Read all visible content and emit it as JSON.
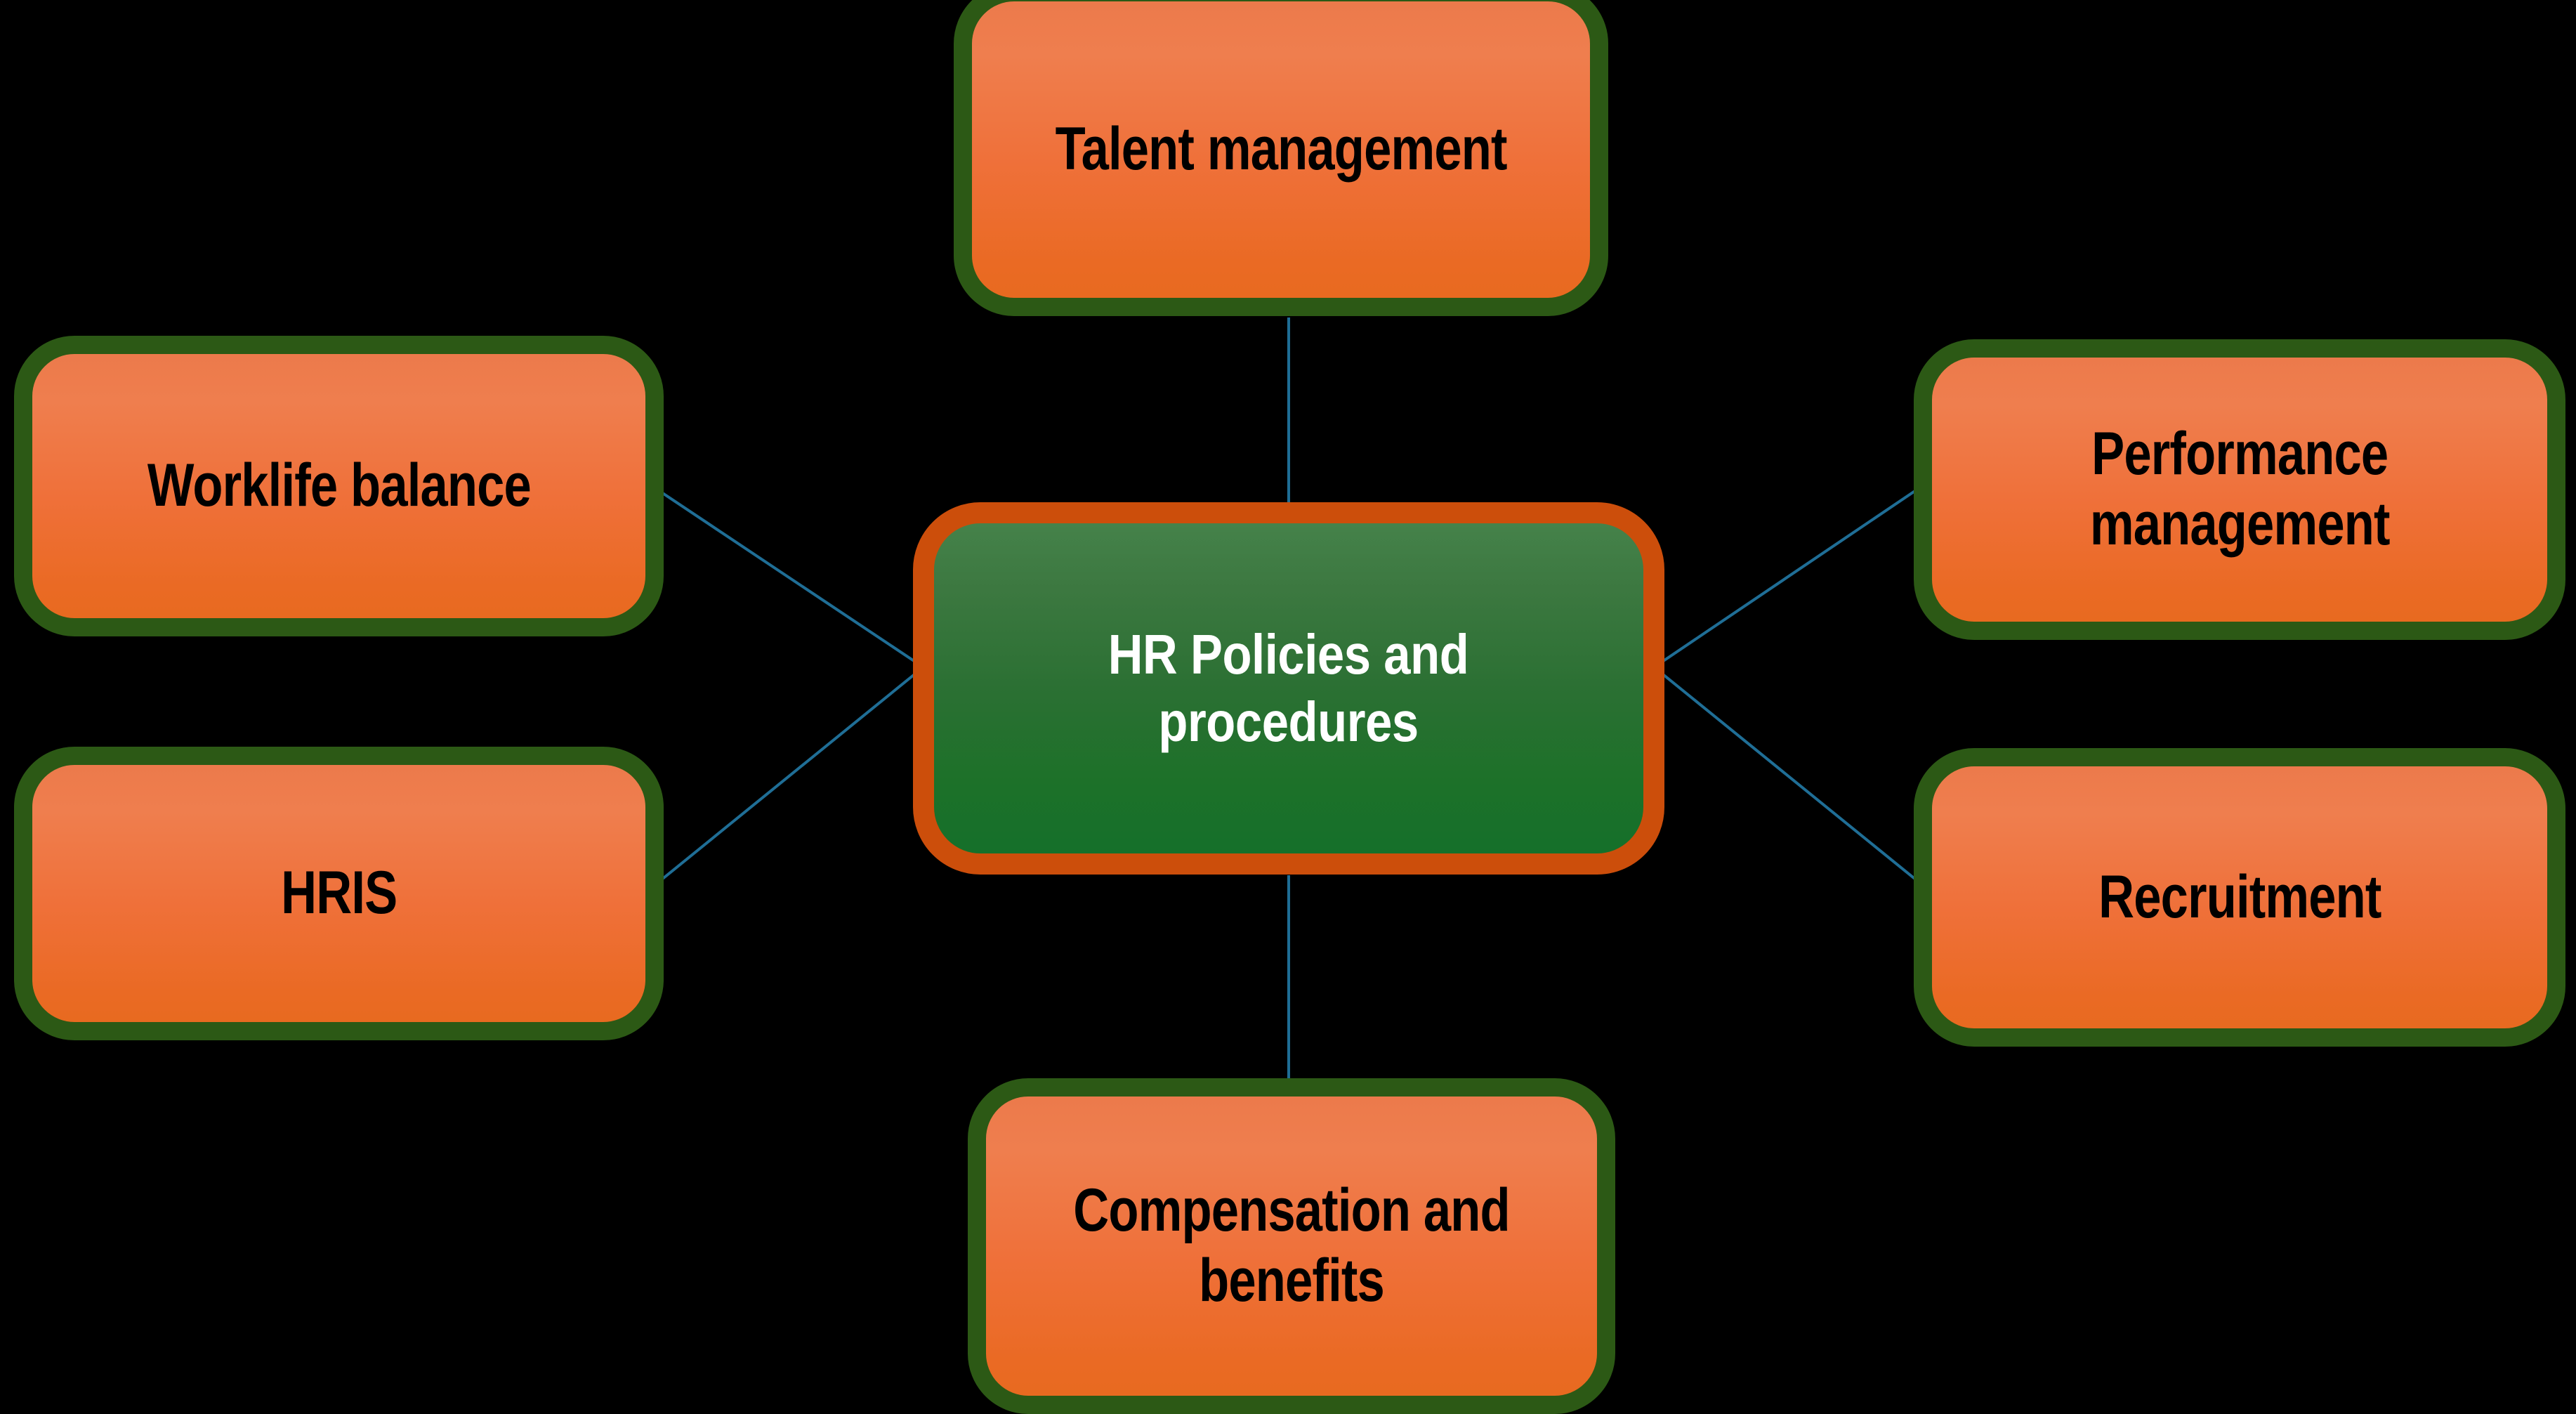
{
  "diagram": {
    "title": "HR Policies and procedures",
    "background_color": "#000000",
    "center": {
      "id": "hr-policies",
      "label": "HR Policies and\nprocedures",
      "text_color": "#ffffff",
      "fill_color": "#1d7129",
      "border_color": "#cc4e0b"
    },
    "satellites": [
      {
        "id": "talent-management",
        "label": "Talent management",
        "position": "top",
        "text_color": "#000000",
        "fill_color": "#ef7039",
        "border_color": "#2c5915"
      },
      {
        "id": "performance-management",
        "label": "Performance\nmanagement",
        "position": "right-top",
        "text_color": "#000000",
        "fill_color": "#ef7039",
        "border_color": "#2c5915"
      },
      {
        "id": "recruitment",
        "label": "Recruitment",
        "position": "right-bottom",
        "text_color": "#000000",
        "fill_color": "#ef7039",
        "border_color": "#2c5915"
      },
      {
        "id": "compensation-benefits",
        "label": "Compensation and\nbenefits",
        "position": "bottom",
        "text_color": "#000000",
        "fill_color": "#ef7039",
        "border_color": "#2c5915"
      },
      {
        "id": "hris",
        "label": "HRIS",
        "position": "left-bottom",
        "text_color": "#000000",
        "fill_color": "#ef7039",
        "border_color": "#2c5915"
      },
      {
        "id": "worklife-balance",
        "label": "Worklife balance",
        "position": "left-top",
        "text_color": "#000000",
        "fill_color": "#ef7039",
        "border_color": "#2c5915"
      }
    ],
    "connectors": {
      "line_color": "#1f6e96",
      "line_width": 4,
      "edges": [
        {
          "from": "talent-management",
          "to": "hr-policies"
        },
        {
          "from": "worklife-balance",
          "to": "hr-policies"
        },
        {
          "from": "hris",
          "to": "hr-policies"
        },
        {
          "from": "performance-management",
          "to": "hr-policies"
        },
        {
          "from": "recruitment",
          "to": "hr-policies"
        },
        {
          "from": "compensation-benefits",
          "to": "hr-policies"
        }
      ]
    }
  }
}
